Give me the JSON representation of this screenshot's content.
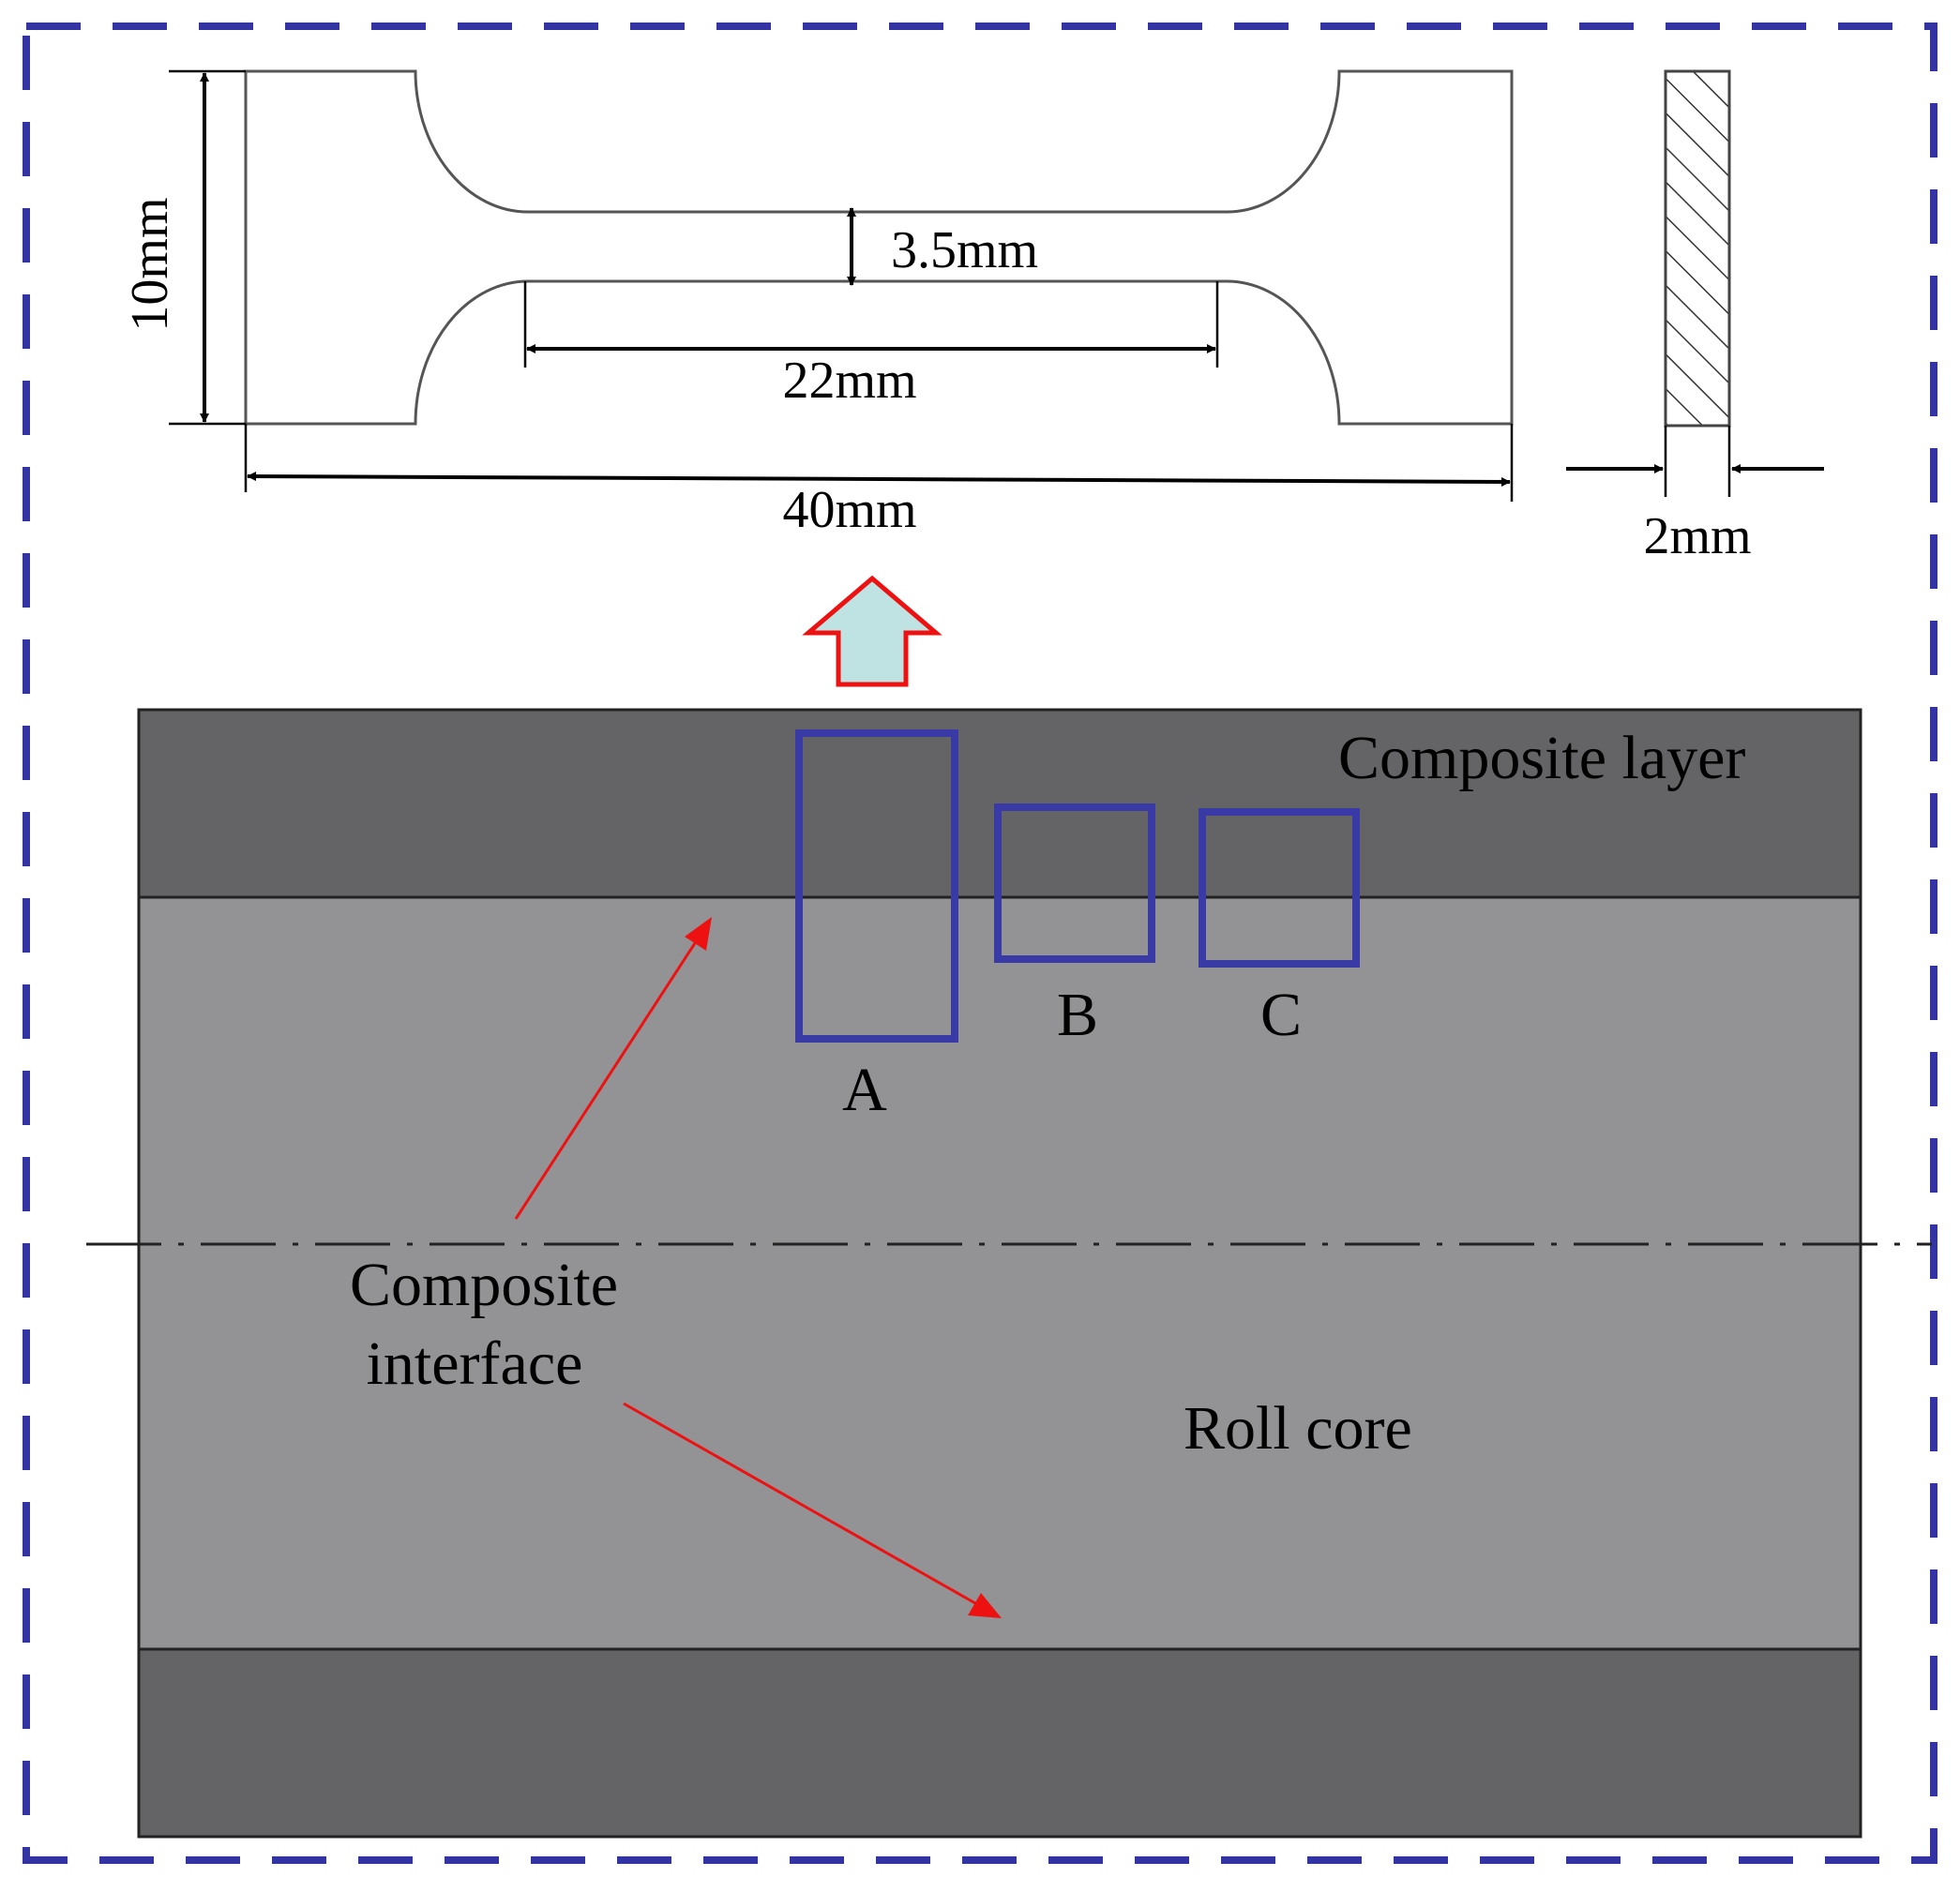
{
  "specimen": {
    "height_label": "10mm",
    "gauge_width_label": "3.5mm",
    "gauge_length_label": "22mm",
    "total_length_label": "40mm",
    "thickness_label": "2mm"
  },
  "roll": {
    "composite_layer_label": "Composite layer",
    "roll_core_label": "Roll core",
    "interface_label_line1": "Composite",
    "interface_label_line2": "interface"
  },
  "sampling_locations": [
    "A",
    "B",
    "C"
  ],
  "colors": {
    "frame_dashed": "#3333a3",
    "sample_box": "#3a3aa6",
    "composite_layer": "#646466",
    "roll_core": "#939396",
    "annotation_arrow": "#ee1111",
    "block_arrow_fill": "#bfe3e3",
    "block_arrow_stroke": "#ee1111"
  }
}
